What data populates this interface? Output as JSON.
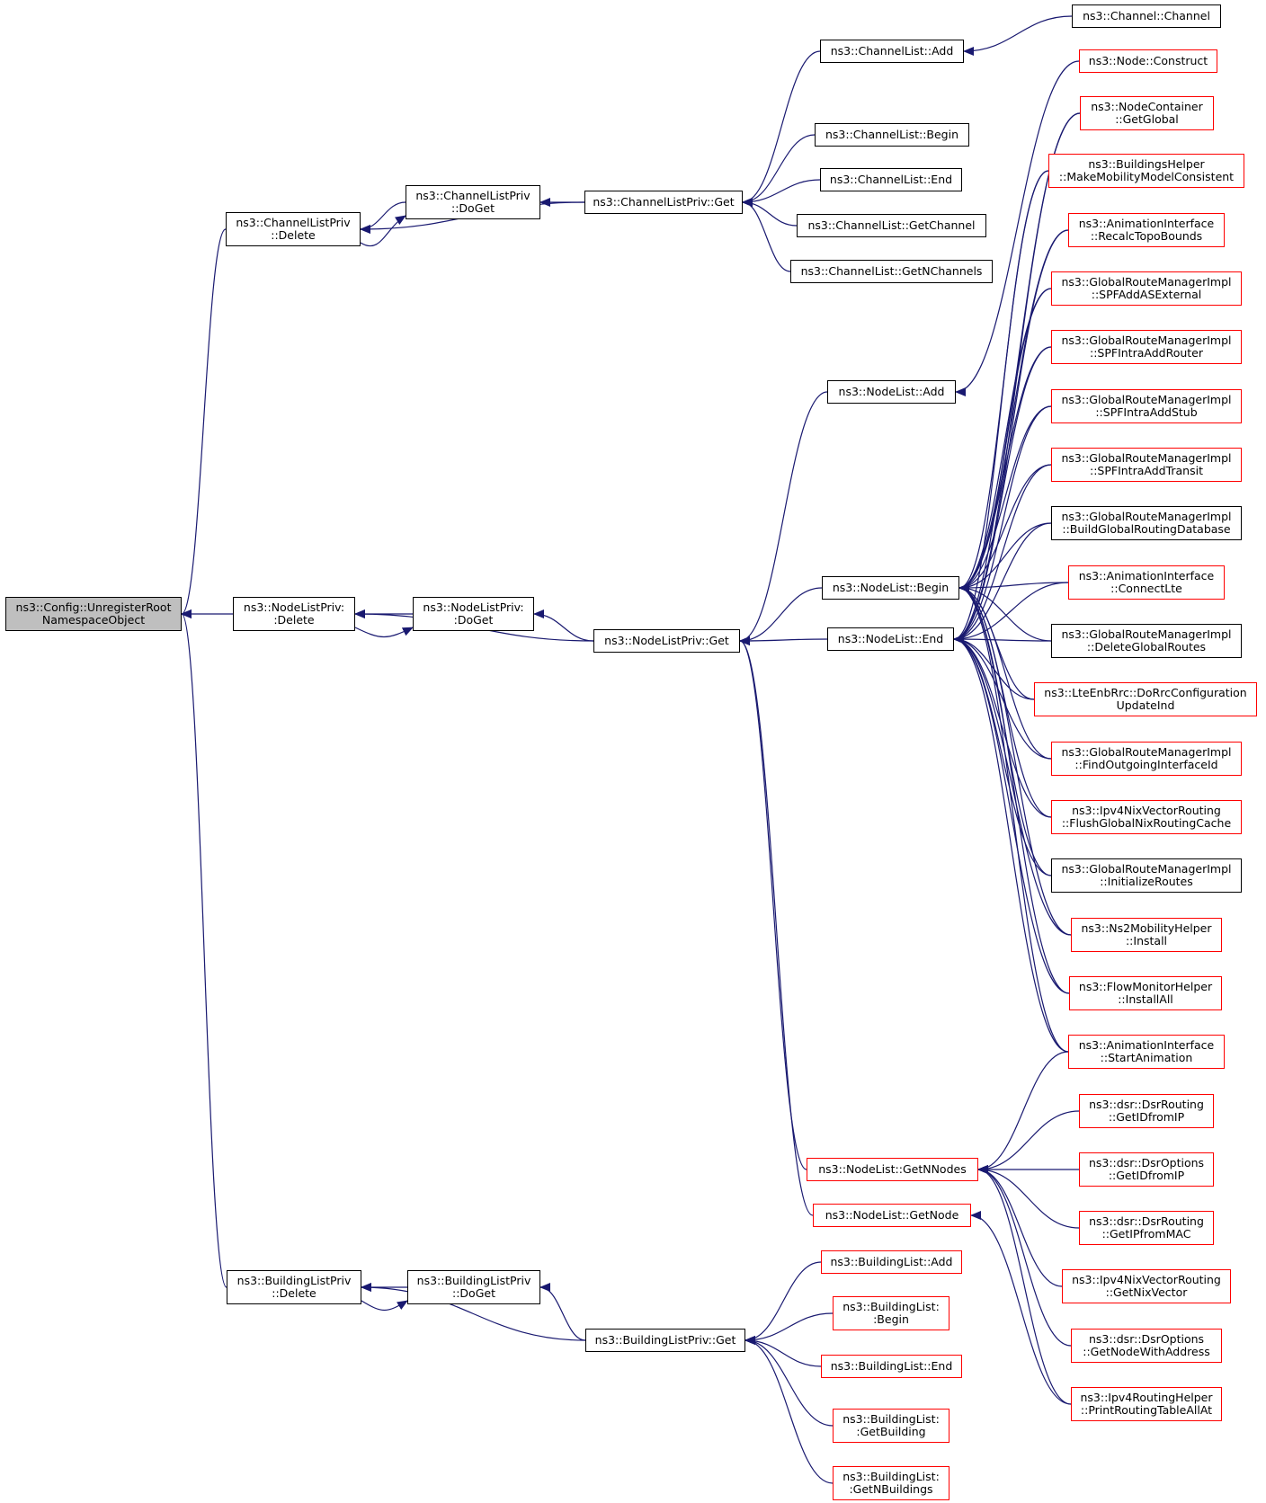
{
  "colors": {
    "edge": "#191970",
    "border_default": "#000000",
    "border_red": "#ff0000",
    "root_fill": "#bfbfbf"
  },
  "nodes": {
    "root": {
      "lines": [
        "ns3::Config::UnregisterRoot",
        "NamespaceObject"
      ],
      "style": "root"
    },
    "chprivdelete": {
      "lines": [
        "ns3::ChannelListPriv",
        "::Delete"
      ],
      "style": "black"
    },
    "nlprivdelete": {
      "lines": [
        "ns3::NodeListPriv:",
        ":Delete"
      ],
      "style": "black"
    },
    "blprivdelete": {
      "lines": [
        "ns3::BuildingListPriv",
        "::Delete"
      ],
      "style": "black"
    },
    "chprivdoget": {
      "lines": [
        "ns3::ChannelListPriv",
        "::DoGet"
      ],
      "style": "black"
    },
    "nlprivdoget": {
      "lines": [
        "ns3::NodeListPriv:",
        ":DoGet"
      ],
      "style": "black"
    },
    "blprivdoget": {
      "lines": [
        "ns3::BuildingListPriv",
        "::DoGet"
      ],
      "style": "black"
    },
    "chprivget": {
      "lines": [
        "ns3::ChannelListPriv::Get"
      ],
      "style": "black"
    },
    "nlprivget": {
      "lines": [
        "ns3::NodeListPriv::Get"
      ],
      "style": "black"
    },
    "blprivget": {
      "lines": [
        "ns3::BuildingListPriv::Get"
      ],
      "style": "black"
    },
    "chadd": {
      "lines": [
        "ns3::ChannelList::Add"
      ],
      "style": "black"
    },
    "chbegin": {
      "lines": [
        "ns3::ChannelList::Begin"
      ],
      "style": "black"
    },
    "chend": {
      "lines": [
        "ns3::ChannelList::End"
      ],
      "style": "black"
    },
    "chgetchannel": {
      "lines": [
        "ns3::ChannelList::GetChannel"
      ],
      "style": "black"
    },
    "chgetn": {
      "lines": [
        "ns3::ChannelList::GetNChannels"
      ],
      "style": "black"
    },
    "channel": {
      "lines": [
        "ns3::Channel::Channel"
      ],
      "style": "black"
    },
    "nladd": {
      "lines": [
        "ns3::NodeList::Add"
      ],
      "style": "black"
    },
    "nlbegin": {
      "lines": [
        "ns3::NodeList::Begin"
      ],
      "style": "black"
    },
    "nlend": {
      "lines": [
        "ns3::NodeList::End"
      ],
      "style": "black"
    },
    "nlgetnnodes": {
      "lines": [
        "ns3::NodeList::GetNNodes"
      ],
      "style": "red"
    },
    "nlgetnode": {
      "lines": [
        "ns3::NodeList::GetNode"
      ],
      "style": "red"
    },
    "bladd": {
      "lines": [
        "ns3::BuildingList::Add"
      ],
      "style": "red"
    },
    "blbegin": {
      "lines": [
        "ns3::BuildingList:",
        ":Begin"
      ],
      "style": "red"
    },
    "blend": {
      "lines": [
        "ns3::BuildingList::End"
      ],
      "style": "red"
    },
    "blgetbuilding": {
      "lines": [
        "ns3::BuildingList:",
        ":GetBuilding"
      ],
      "style": "red"
    },
    "blgetn": {
      "lines": [
        "ns3::BuildingList:",
        ":GetNBuildings"
      ],
      "style": "red"
    },
    "nodeconstruct": {
      "lines": [
        "ns3::Node::Construct"
      ],
      "style": "red"
    },
    "ncgetglobal": {
      "lines": [
        "ns3::NodeContainer",
        "::GetGlobal"
      ],
      "style": "red"
    },
    "bhmake": {
      "lines": [
        "ns3::BuildingsHelper",
        "::MakeMobilityModelConsistent"
      ],
      "style": "red"
    },
    "airecalc": {
      "lines": [
        "ns3::AnimationInterface",
        "::RecalcTopoBounds"
      ],
      "style": "red"
    },
    "grmspfext": {
      "lines": [
        "ns3::GlobalRouteManagerImpl",
        "::SPFAddASExternal"
      ],
      "style": "red"
    },
    "grmspfrouter": {
      "lines": [
        "ns3::GlobalRouteManagerImpl",
        "::SPFIntraAddRouter"
      ],
      "style": "red"
    },
    "grmspfstub": {
      "lines": [
        "ns3::GlobalRouteManagerImpl",
        "::SPFIntraAddStub"
      ],
      "style": "red"
    },
    "grmspftransit": {
      "lines": [
        "ns3::GlobalRouteManagerImpl",
        "::SPFIntraAddTransit"
      ],
      "style": "red"
    },
    "grmbuild": {
      "lines": [
        "ns3::GlobalRouteManagerImpl",
        "::BuildGlobalRoutingDatabase"
      ],
      "style": "black"
    },
    "aiconnect": {
      "lines": [
        "ns3::AnimationInterface",
        "::ConnectLte"
      ],
      "style": "red"
    },
    "grmdelete": {
      "lines": [
        "ns3::GlobalRouteManagerImpl",
        "::DeleteGlobalRoutes"
      ],
      "style": "black"
    },
    "lteenb": {
      "lines": [
        "ns3::LteEnbRrc::DoRrcConfiguration",
        "UpdateInd"
      ],
      "style": "red"
    },
    "grmfind": {
      "lines": [
        "ns3::GlobalRouteManagerImpl",
        "::FindOutgoingInterfaceId"
      ],
      "style": "red"
    },
    "nixflush": {
      "lines": [
        "ns3::Ipv4NixVectorRouting",
        "::FlushGlobalNixRoutingCache"
      ],
      "style": "red"
    },
    "grminit": {
      "lines": [
        "ns3::GlobalRouteManagerImpl",
        "::InitializeRoutes"
      ],
      "style": "black"
    },
    "ns2install": {
      "lines": [
        "ns3::Ns2MobilityHelper",
        "::Install"
      ],
      "style": "red"
    },
    "fminstall": {
      "lines": [
        "ns3::FlowMonitorHelper",
        "::InstallAll"
      ],
      "style": "red"
    },
    "aistart": {
      "lines": [
        "ns3::AnimationInterface",
        "::StartAnimation"
      ],
      "style": "red"
    },
    "dsrrgetid": {
      "lines": [
        "ns3::dsr::DsrRouting",
        "::GetIDfromIP"
      ],
      "style": "red"
    },
    "dsrogetid": {
      "lines": [
        "ns3::dsr::DsrOptions",
        "::GetIDfromIP"
      ],
      "style": "red"
    },
    "dsrrgetip": {
      "lines": [
        "ns3::dsr::DsrRouting",
        "::GetIPfromMAC"
      ],
      "style": "red"
    },
    "nixgetvec": {
      "lines": [
        "ns3::Ipv4NixVectorRouting",
        "::GetNixVector"
      ],
      "style": "red"
    },
    "dsrogetnode": {
      "lines": [
        "ns3::dsr::DsrOptions",
        "::GetNodeWithAddress"
      ],
      "style": "red"
    },
    "v4print": {
      "lines": [
        "ns3::Ipv4RoutingHelper",
        "::PrintRoutingTableAllAt"
      ],
      "style": "red"
    }
  },
  "edges": [
    [
      "chprivdelete",
      "root"
    ],
    [
      "nlprivdelete",
      "root"
    ],
    [
      "blprivdelete",
      "root"
    ],
    [
      "chprivdoget",
      "chprivdelete"
    ],
    [
      "chprivdelete",
      "chprivdoget"
    ],
    [
      "chprivget",
      "chprivdelete"
    ],
    [
      "chprivget",
      "chprivdoget"
    ],
    [
      "nlprivdoget",
      "nlprivdelete"
    ],
    [
      "nlprivdelete",
      "nlprivdoget"
    ],
    [
      "nlprivget",
      "nlprivdelete"
    ],
    [
      "nlprivget",
      "nlprivdoget"
    ],
    [
      "blprivdoget",
      "blprivdelete"
    ],
    [
      "blprivdelete",
      "blprivdoget"
    ],
    [
      "blprivget",
      "blprivdelete"
    ],
    [
      "blprivget",
      "blprivdoget"
    ],
    [
      "chadd",
      "chprivget"
    ],
    [
      "chbegin",
      "chprivget"
    ],
    [
      "chend",
      "chprivget"
    ],
    [
      "chgetchannel",
      "chprivget"
    ],
    [
      "chgetn",
      "chprivget"
    ],
    [
      "channel",
      "chadd"
    ],
    [
      "nladd",
      "nlprivget"
    ],
    [
      "nlbegin",
      "nlprivget"
    ],
    [
      "nlend",
      "nlprivget"
    ],
    [
      "nlgetnnodes",
      "nlprivget"
    ],
    [
      "nlgetnode",
      "nlprivget"
    ],
    [
      "nodeconstruct",
      "nladd"
    ],
    [
      "bladd",
      "blprivget"
    ],
    [
      "blbegin",
      "blprivget"
    ],
    [
      "blend",
      "blprivget"
    ],
    [
      "blgetbuilding",
      "blprivget"
    ],
    [
      "blgetn",
      "blprivget"
    ],
    [
      "ncgetglobal",
      "nlbegin"
    ],
    [
      "bhmake",
      "nlbegin"
    ],
    [
      "airecalc",
      "nlbegin"
    ],
    [
      "grmspfext",
      "nlbegin"
    ],
    [
      "grmspfrouter",
      "nlbegin"
    ],
    [
      "grmspfstub",
      "nlbegin"
    ],
    [
      "grmspftransit",
      "nlbegin"
    ],
    [
      "grmbuild",
      "nlbegin"
    ],
    [
      "aiconnect",
      "nlbegin"
    ],
    [
      "grmdelete",
      "nlbegin"
    ],
    [
      "lteenb",
      "nlbegin"
    ],
    [
      "grmfind",
      "nlbegin"
    ],
    [
      "nixflush",
      "nlbegin"
    ],
    [
      "grminit",
      "nlbegin"
    ],
    [
      "ns2install",
      "nlbegin"
    ],
    [
      "fminstall",
      "nlbegin"
    ],
    [
      "aistart",
      "nlbegin"
    ],
    [
      "ncgetglobal",
      "nlend"
    ],
    [
      "bhmake",
      "nlend"
    ],
    [
      "airecalc",
      "nlend"
    ],
    [
      "grmspfext",
      "nlend"
    ],
    [
      "grmspfrouter",
      "nlend"
    ],
    [
      "grmspfstub",
      "nlend"
    ],
    [
      "grmspftransit",
      "nlend"
    ],
    [
      "grmbuild",
      "nlend"
    ],
    [
      "aiconnect",
      "nlend"
    ],
    [
      "grmdelete",
      "nlend"
    ],
    [
      "lteenb",
      "nlend"
    ],
    [
      "grmfind",
      "nlend"
    ],
    [
      "nixflush",
      "nlend"
    ],
    [
      "grminit",
      "nlend"
    ],
    [
      "ns2install",
      "nlend"
    ],
    [
      "fminstall",
      "nlend"
    ],
    [
      "aistart",
      "nlend"
    ],
    [
      "aistart",
      "nlgetnnodes"
    ],
    [
      "dsrrgetid",
      "nlgetnnodes"
    ],
    [
      "dsrogetid",
      "nlgetnnodes"
    ],
    [
      "dsrrgetip",
      "nlgetnnodes"
    ],
    [
      "nixgetvec",
      "nlgetnnodes"
    ],
    [
      "dsrogetnode",
      "nlgetnnodes"
    ],
    [
      "v4print",
      "nlgetnnodes"
    ],
    [
      "v4print",
      "nlgetnode"
    ]
  ]
}
